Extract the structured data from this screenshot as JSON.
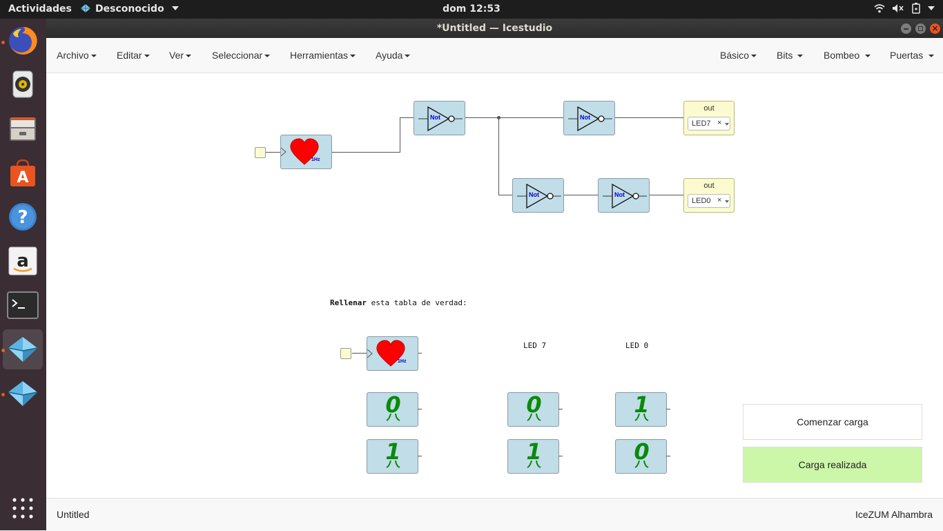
{
  "topbar": {
    "activities": "Actividades",
    "app_name": "Desconocido",
    "clock": "dom 12:53"
  },
  "dock": {
    "items": [
      "firefox-icon",
      "rhythmbox-icon",
      "files-icon",
      "software-center-icon",
      "help-icon",
      "amazon-icon",
      "terminal-icon",
      "icestudio-icon",
      "icestudio-icon-2",
      "show-apps-icon"
    ]
  },
  "window": {
    "title": "*Untitled — Icestudio"
  },
  "menubar": {
    "left": [
      "Archivo",
      "Editar",
      "Ver",
      "Seleccionar",
      "Herramientas",
      "Ayuda"
    ],
    "right": [
      "Básico",
      "Bits",
      "Bombeo",
      "Puertas"
    ]
  },
  "circuit": {
    "clock_label": "1Hz",
    "not_label": "Not",
    "outputs": [
      {
        "label": "out",
        "value": "LED7"
      },
      {
        "label": "out",
        "value": "LED0"
      }
    ],
    "clear_symbol": "×"
  },
  "table": {
    "instruction_bold": "Rellenar",
    "instruction_rest": " esta tabla de verdad:",
    "clock_label": "1Hz",
    "col_led7": "LED 7",
    "col_led0": "LED 0",
    "rows": [
      {
        "input": "0",
        "led7": "0",
        "led0": "1"
      },
      {
        "input": "1",
        "led7": "1",
        "led0": "0"
      }
    ]
  },
  "actions": {
    "start_upload": "Comenzar carga",
    "upload_done": "Carga realizada",
    "upload_done_color": "#ccf7a8"
  },
  "statusbar": {
    "file": "Untitled",
    "board": "IceZUM Alhambra"
  }
}
